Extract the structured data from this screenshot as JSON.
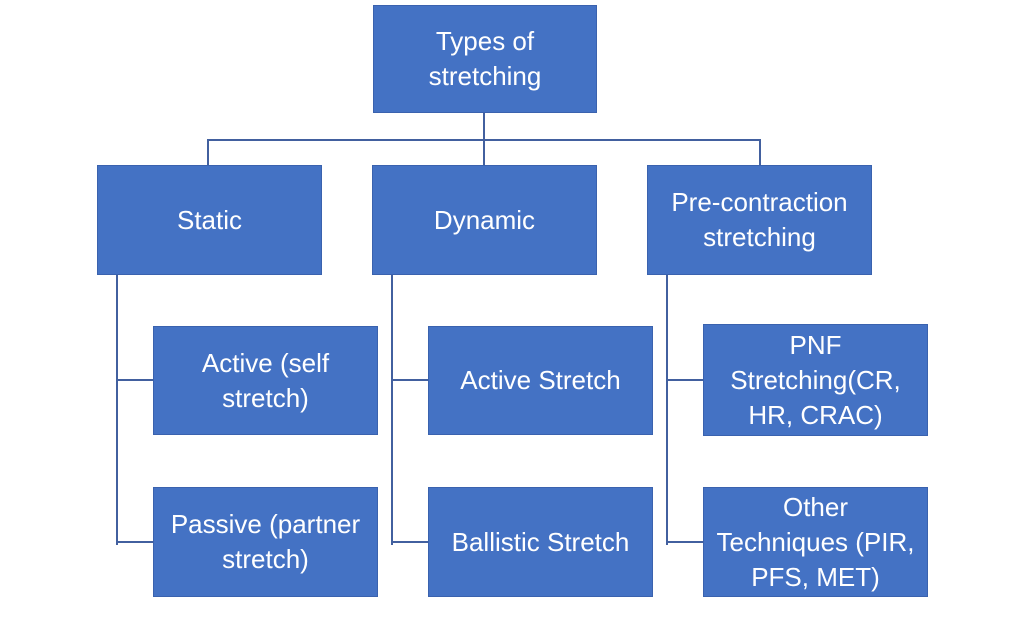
{
  "colors": {
    "box_fill": "#4472C4",
    "box_border": "#3A62AE",
    "connector": "#42609F",
    "text_color": "#FFFFFF",
    "canvas_bg": "#FFFFFF"
  },
  "nodes": {
    "root": {
      "label": "Types of\nstretching"
    },
    "static": {
      "label": "Static"
    },
    "dynamic": {
      "label": "Dynamic"
    },
    "precontraction": {
      "label": "Pre-contraction\nstretching"
    },
    "active_self": {
      "label": "Active (self\nstretch)"
    },
    "passive_partner": {
      "label": "Passive (partner\nstretch)"
    },
    "active_stretch": {
      "label": "Active Stretch"
    },
    "ballistic_stretch": {
      "label": "Ballistic Stretch"
    },
    "pnf": {
      "label": "PNF\nStretching(CR,\nHR, CRAC)"
    },
    "other_techniques": {
      "label": "Other\nTechniques (PIR,\nPFS, MET)"
    }
  }
}
